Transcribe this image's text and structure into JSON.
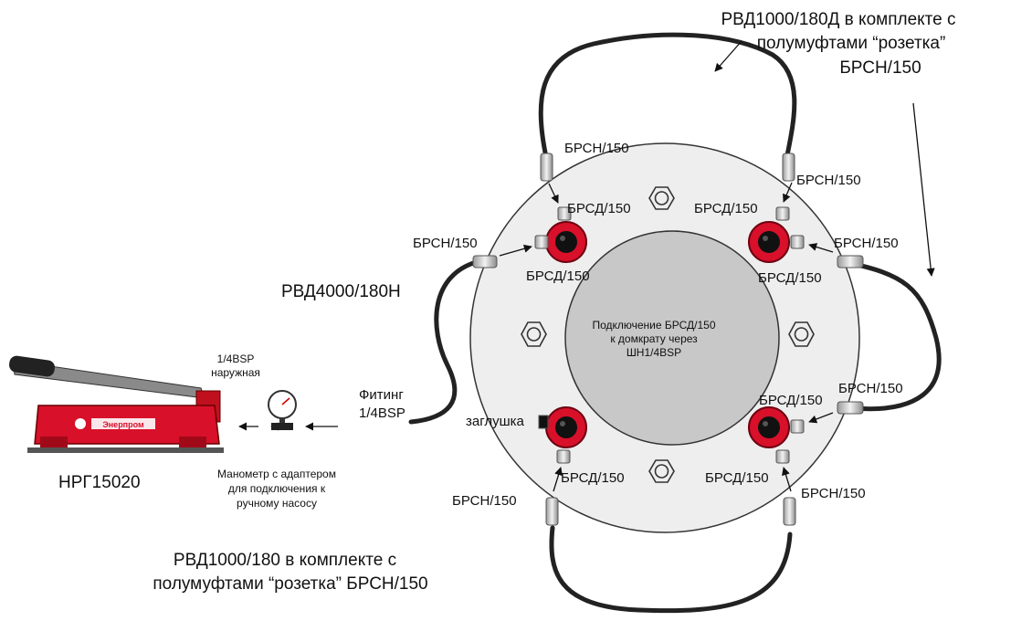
{
  "top_hose_caption": [
    "РВД1000/180Д в комплекте с",
    "полумуфтами “розетка”",
    "БРСН/150"
  ],
  "bottom_hose_caption": [
    "РВД1000/180 в комплекте с",
    "полумуфтами “розетка” БРСН/150"
  ],
  "long_hose_label": "РВД4000/180Н",
  "pump_label": "НРГ15020",
  "pump_brand": "Энерпром",
  "fitting_label": [
    "Фитинг",
    "1/4BSP"
  ],
  "gauge_thread_label": [
    "1/4BSP",
    "наружная"
  ],
  "gauge_caption": [
    "Манометр с адаптером",
    "для подключения к",
    "ручному насосу"
  ],
  "center_caption": [
    "Подключение БРСД/150",
    "к домкрату через",
    "ШН1/4BSP"
  ],
  "plug_label": "заглушка",
  "coupler_female": "БРСН/150",
  "coupler_male": "БРСД/150",
  "colors": {
    "red": "#d8102a",
    "plate": "#eeeeee",
    "center": "#c8c8c8",
    "hose": "#222222"
  }
}
